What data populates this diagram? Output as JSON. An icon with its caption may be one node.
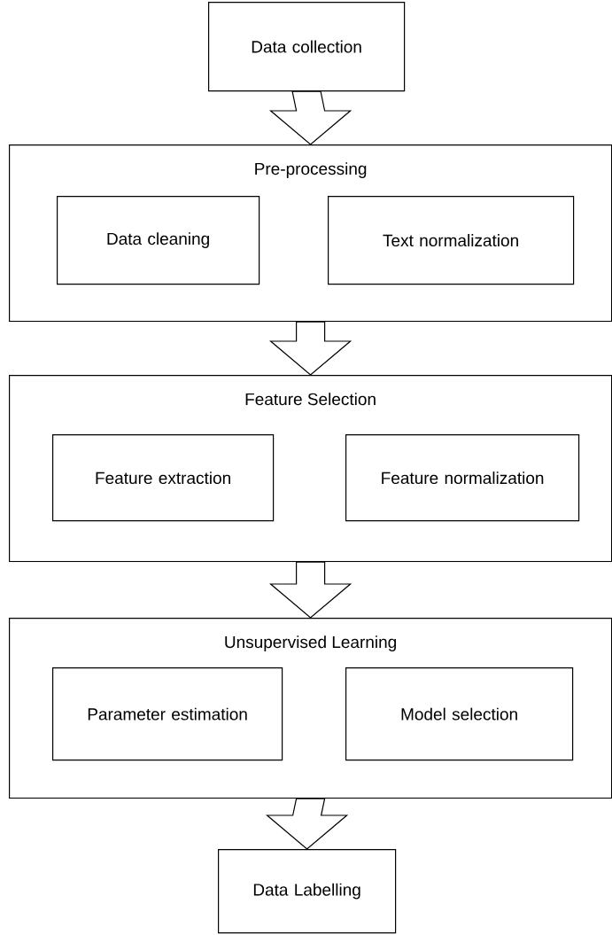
{
  "diagram": {
    "nodes": [
      {
        "text": [
          "Data collection"
        ]
      },
      {
        "text": [
          "Pre-processing"
        ]
      },
      {
        "text": [
          "Data cleaning"
        ],
        "in": 1
      },
      {
        "text": [
          "Text normalization"
        ],
        "in": 1
      },
      {
        "text": [
          "Feature Selection"
        ]
      },
      {
        "text": [
          "Feature extraction"
        ],
        "in": 4
      },
      {
        "text": [
          "Feature normalization"
        ],
        "in": 4
      },
      {
        "text": [
          "Unsupervised Learning"
        ]
      },
      {
        "text": [
          "Parameter estimation"
        ],
        "in": 7
      },
      {
        "text": [
          "Model selection"
        ],
        "in": 7
      },
      {
        "text": [
          "Data Labelling"
        ]
      }
    ],
    "edges": [
      {
        "from": 0,
        "to": 1,
        "arrow": "to"
      },
      {
        "from": 1,
        "to": 4,
        "arrow": "to"
      },
      {
        "from": 4,
        "to": 7,
        "arrow": "to"
      },
      {
        "from": 7,
        "to": 10,
        "arrow": "to"
      }
    ]
  }
}
